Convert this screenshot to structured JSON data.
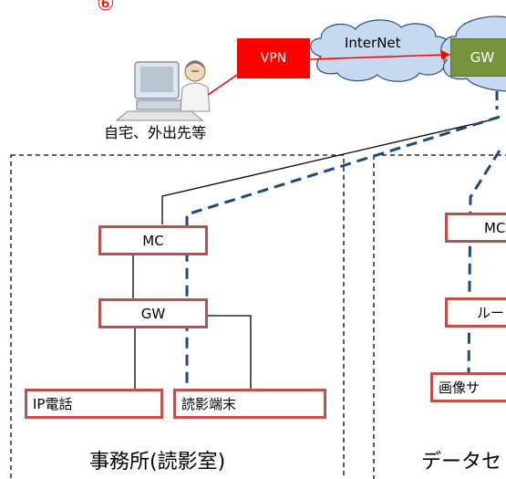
{
  "marker": "⑥",
  "remote": {
    "label": "自宅、外出先等"
  },
  "vpn": {
    "label": "VPN"
  },
  "internet": {
    "label": "InterNet"
  },
  "gateway_top": {
    "label": "GW"
  },
  "office": {
    "title": "事務所(読影室)",
    "mc": "MC",
    "gw": "GW",
    "ip_phone": "IP電話",
    "reading_terminal": "読影端末"
  },
  "datacenter": {
    "title": "データセ",
    "mc": "MC",
    "router": "ルー",
    "image_server": "画像サ"
  },
  "colors": {
    "accent_red": "#c0504d",
    "vpn_red": "#ff0000",
    "gw_green": "#77933c",
    "cloud_blue": "#c6d9f1",
    "dash_blue": "#1f497d"
  }
}
